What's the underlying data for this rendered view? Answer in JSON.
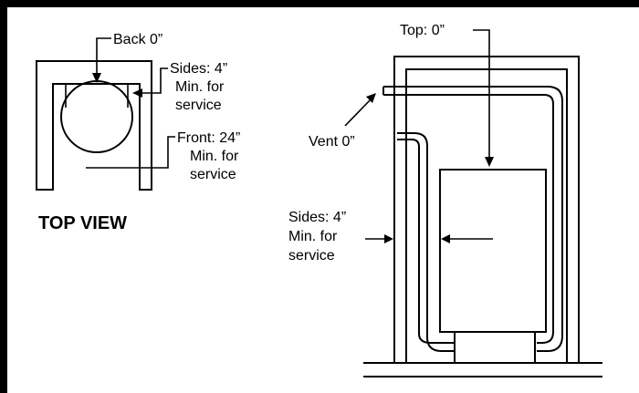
{
  "labels": {
    "top_back": "Back 0”",
    "top_sides_1": "Sides: 4”",
    "top_sides_2": "Min. for",
    "top_sides_3": "service",
    "top_front_1": "Front: 24”",
    "top_front_2": "Min. for",
    "top_front_3": "service",
    "top_view": "TOP VIEW",
    "front_top": "Top:  0”",
    "front_vent": "Vent 0”",
    "front_sides_1": "Sides: 4”",
    "front_sides_2": "Min. for",
    "front_sides_3": "service"
  }
}
